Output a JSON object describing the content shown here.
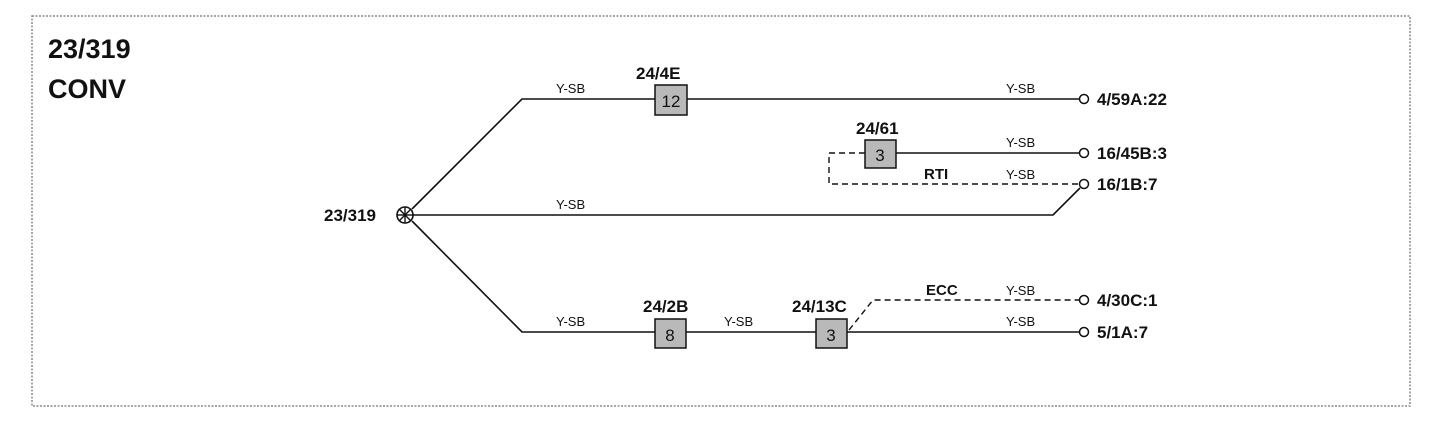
{
  "title": {
    "line1": "23/319",
    "line2": "CONV"
  },
  "splice": {
    "label": "23/319"
  },
  "connectors": {
    "c1": {
      "name": "24/4E",
      "pin": "12"
    },
    "c2": {
      "name": "24/61",
      "pin": "3"
    },
    "c3": {
      "name": "24/2B",
      "pin": "8"
    },
    "c4": {
      "name": "24/13C",
      "pin": "3"
    }
  },
  "terminals": {
    "t1": "4/59A:22",
    "t2": "16/45B:3",
    "t3": "16/1B:7",
    "t4": "4/30C:1",
    "t5": "5/1A:7"
  },
  "wire_labels": {
    "w1": "Y-SB",
    "w2": "Y-SB",
    "w3": "Y-SB",
    "w4": "Y-SB",
    "w5": "Y-SB",
    "w6": "Y-SB",
    "w7": "Y-SB",
    "w8": "Y-SB",
    "w9": "Y-SB"
  },
  "system_labels": {
    "rti": "RTI",
    "ecc": "ECC"
  }
}
